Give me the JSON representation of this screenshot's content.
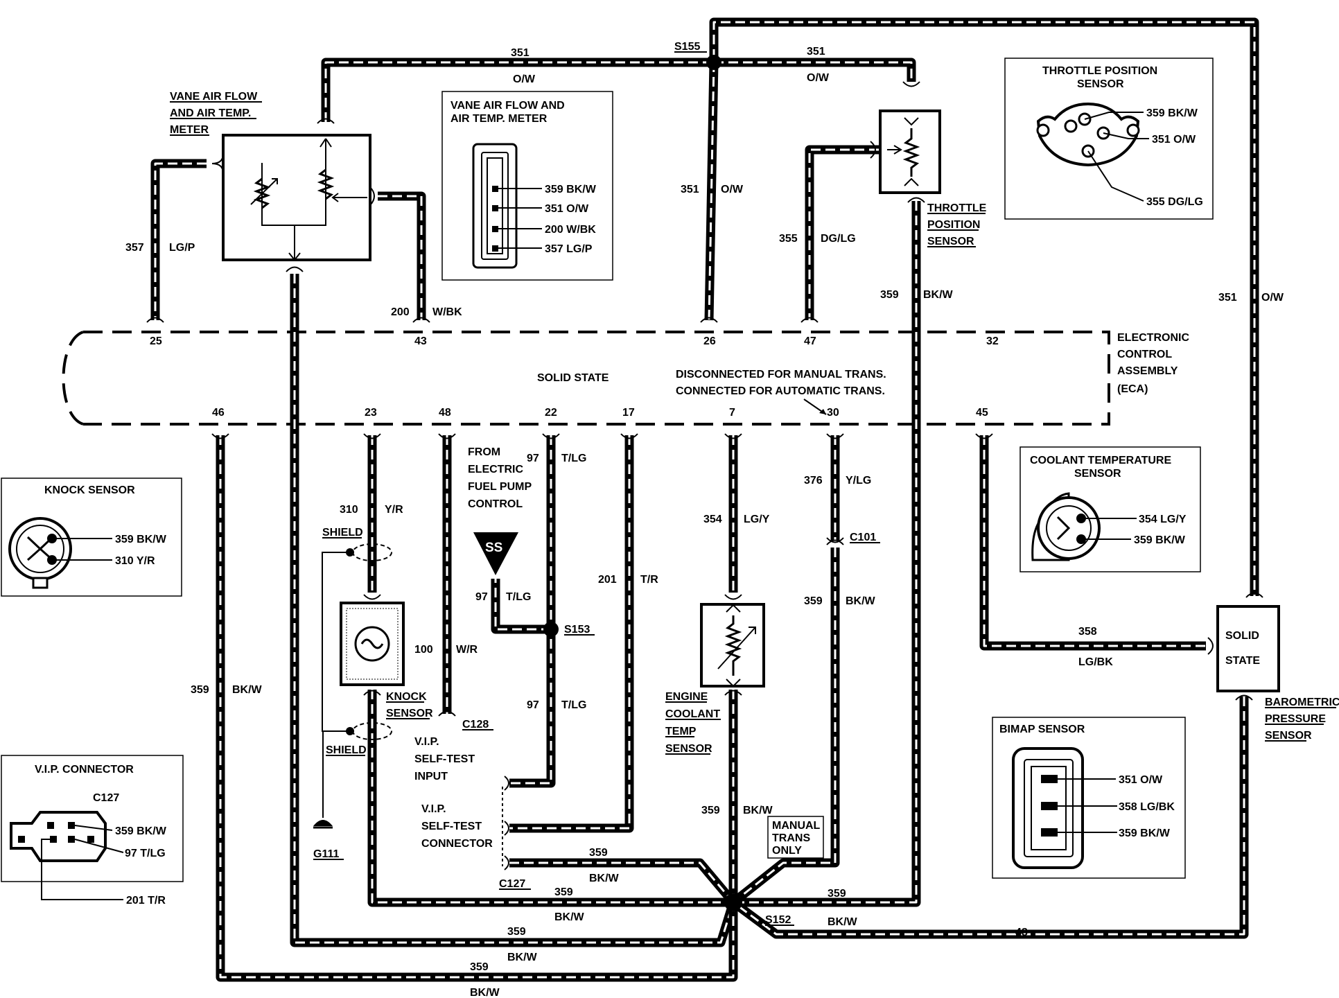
{
  "ecu": {
    "title_lines": [
      "ELECTRONIC",
      "CONTROL",
      "ASSEMBLY",
      "(ECA)"
    ],
    "inner_label": "SOLID  STATE",
    "note_lines": [
      "DISCONNECTED FOR MANUAL TRANS.",
      "CONNECTED FOR AUTOMATIC TRANS."
    ],
    "pins_top": [
      "25",
      "43",
      "26",
      "47",
      "32"
    ],
    "pins_bottom": [
      "46",
      "23",
      "48",
      "22",
      "17",
      "7",
      "30",
      "45"
    ]
  },
  "components": {
    "vane_meter_lines": [
      "VANE AIR FLOW",
      "AND AIR TEMP.",
      "METER"
    ],
    "throttle_lines": [
      "THROTTLE",
      "POSITION",
      "SENSOR"
    ],
    "knock_lines": [
      "KNOCK",
      "SENSOR"
    ],
    "coolant_lines": [
      "ENGINE",
      "COOLANT",
      "TEMP",
      "SENSOR"
    ],
    "solid_state_lines": [
      "SOLID",
      "STATE"
    ],
    "barometric_lines": [
      "BAROMETRIC",
      "PRESSURE",
      "SENSOR"
    ],
    "fuel_pump_lines": [
      "FROM",
      "ELECTRIC",
      "FUEL PUMP",
      "CONTROL"
    ],
    "ss_symbol": "SS",
    "vip_input_lines": [
      "V.I.P.",
      "SELF-TEST",
      "INPUT"
    ],
    "vip_connector_lines": [
      "V.I.P.",
      "SELF-TEST",
      "CONNECTOR"
    ],
    "manual_lines": [
      "MANUAL",
      "TRANS",
      "ONLY"
    ],
    "shield": "SHIELD",
    "ground": "G111"
  },
  "splices": [
    "S155",
    "S153",
    "S152"
  ],
  "connectors": [
    "C101",
    "C128",
    "C127"
  ],
  "wire_labels": [
    "351",
    "O/W",
    "351",
    "O/W",
    "351",
    "O/W",
    "351",
    "O/W",
    "357",
    "LG/P",
    "200",
    "W/BK",
    "355",
    "DG/LG",
    "359",
    "BK/W",
    "310",
    "Y/R",
    "100",
    "W/R",
    "97",
    "T/LG",
    "97",
    "T/LG",
    "97",
    "T/LG",
    "201",
    "T/R",
    "354",
    "LG/Y",
    "376",
    "Y/LG",
    "359",
    "BK/W",
    "358",
    "LG/BK",
    "359",
    "BK/W",
    "359",
    "BK/W",
    "359",
    "BK/W",
    "359",
    "BK/W",
    "359",
    "BK/W",
    "359",
    "BK/W",
    "359",
    "BK/W",
    "48"
  ],
  "insets": {
    "vane": {
      "title_lines": [
        "VANE AIR FLOW AND",
        "AIR TEMP. METER"
      ],
      "pins": [
        "359 BK/W",
        "351 O/W",
        "200 W/BK",
        "357 LG/P"
      ]
    },
    "tps": {
      "title_lines": [
        "THROTTLE POSITION",
        "SENSOR"
      ],
      "pins": [
        "359 BK/W",
        "351 O/W",
        "355 DG/LG"
      ]
    },
    "knock": {
      "title": "KNOCK SENSOR",
      "pins": [
        "359 BK/W",
        "310 Y/R"
      ]
    },
    "coolant": {
      "title_lines": [
        "COOLANT TEMPERATURE",
        "SENSOR"
      ],
      "pins": [
        "354 LG/Y",
        "359 BK/W"
      ]
    },
    "vip": {
      "title": "V.I.P.  CONNECTOR",
      "connector": "C127",
      "pins": [
        "359 BK/W",
        "97 T/LG",
        "201 T/R"
      ]
    },
    "bimap": {
      "title": "BIMAP SENSOR",
      "pins": [
        "351 O/W",
        "358 LG/BK",
        "359 BK/W"
      ]
    }
  }
}
